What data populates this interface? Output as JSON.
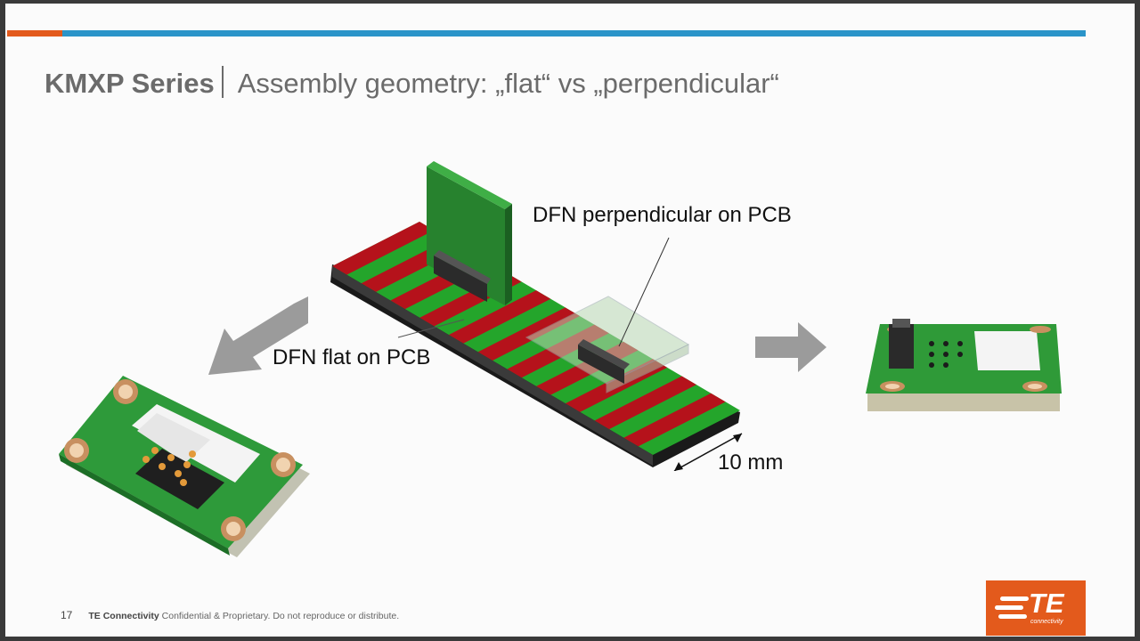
{
  "title": {
    "series": "KMXP Series",
    "subtitle": "Assembly geometry: „flat“ vs „perpendicular“"
  },
  "labels": {
    "perpendicular": "DFN perpendicular  on PCB",
    "flat": "DFN flat on PCB",
    "dimension": "10 mm"
  },
  "footer": {
    "page_number": "17",
    "company": "TE Connectivity",
    "notice": "Confidential & Proprietary. Do not reproduce or distribute."
  },
  "logo": {
    "text": "TE",
    "subtext": "connectivity"
  },
  "colors": {
    "accent_orange": "#e35a1c",
    "accent_blue": "#2a94c9",
    "pcb_green": "#24a52b",
    "pcb_red": "#b5121b"
  }
}
